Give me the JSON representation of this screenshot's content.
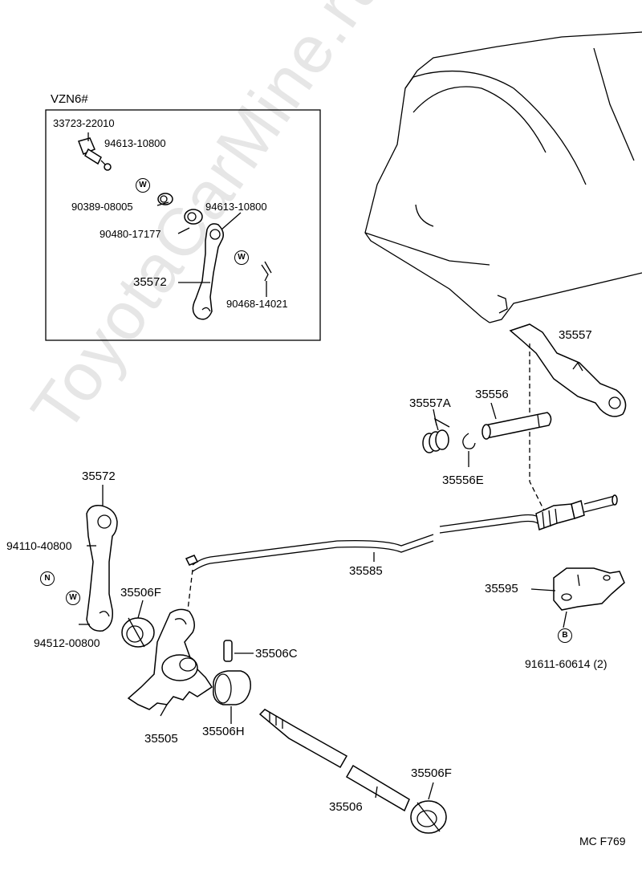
{
  "watermark": "ToyotaCarMine.ru",
  "inset": {
    "title": "VZN6#",
    "labels": {
      "p33723": "33723-22010",
      "p94613a": "94613-10800",
      "p90389": "90389-08005",
      "p94613b": "94613-10800",
      "p90480": "90480-17177",
      "p35572": "35572",
      "p90468": "90468-14021"
    },
    "washer_a": "W",
    "washer_b": "W"
  },
  "labels": {
    "p35557": "35557",
    "p35557A": "35557A",
    "p35556": "35556",
    "p35556E": "35556E",
    "p35572": "35572",
    "p94110": "94110-40800",
    "p35506F_top": "35506F",
    "p94512": "94512-00800",
    "p35585": "35585",
    "p35595": "35595",
    "p91611": "91611-60614 (2)",
    "p35506C": "35506C",
    "p35506H": "35506H",
    "p35505": "35505",
    "p35506F_bot": "35506F",
    "p35506": "35506",
    "code": "MC  F769"
  },
  "symbols": {
    "nut": "N",
    "washer": "W",
    "bolt": "B"
  }
}
